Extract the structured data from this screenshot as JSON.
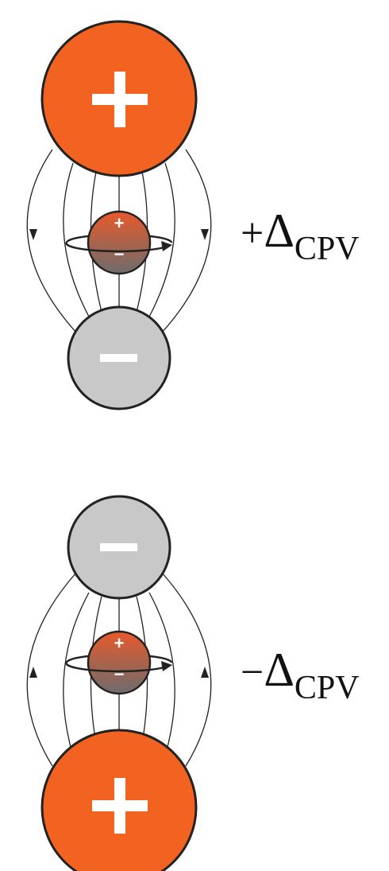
{
  "colors": {
    "positive": "#f26322",
    "negative": "#c8c8c8",
    "outline": "#222222",
    "field_line": "#222222",
    "sign_mark": "#ffffff",
    "center_gradient_top": "#e8592a",
    "center_gradient_bottom": "#6d6d6d"
  },
  "top_diagram": {
    "upper_charge_sign": "+",
    "lower_charge_sign": "−",
    "center_top_sign": "+",
    "center_bottom_sign": "−",
    "field_direction": "down",
    "label_sign": "+",
    "label_symbol": "Δ",
    "label_subscript": "CPV"
  },
  "bottom_diagram": {
    "upper_charge_sign": "−",
    "lower_charge_sign": "+",
    "center_top_sign": "+",
    "center_bottom_sign": "−",
    "field_direction": "up",
    "label_sign": "−",
    "label_symbol": "Δ",
    "label_subscript": "CPV"
  }
}
